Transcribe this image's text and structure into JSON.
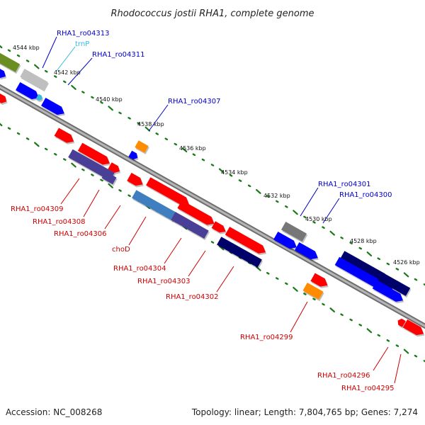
{
  "title": "Rhodococcus jostii RHA1, complete genome",
  "footer": {
    "accession": "Accession: NC_008268",
    "summary": "Topology: linear; Length: 7,804,765 bp; Genes: 7,274"
  },
  "colors": {
    "backbone": "#8a8a8a",
    "ticks": "#1a7a1a",
    "red": "#ff0000",
    "blue": "#0000ff",
    "navy": "#00006b",
    "slate": "#4a3f96",
    "steel": "#3f7fbf",
    "orange": "#ff8c00",
    "gray": "#777777",
    "lightgray": "#bfbfbf",
    "olive": "#6b8e23",
    "label_blue": "#0000cc",
    "label_red": "#cc0000",
    "label_cyan": "#33bbdd"
  },
  "tick_labels": [
    "4544 kbp",
    "4542 kbp",
    "4540 kbp",
    "4538 kbp",
    "4536 kbp",
    "4534 kbp",
    "4532 kbp",
    "4530 kbp",
    "4528 kbp",
    "4526 kbp"
  ],
  "labels_top": [
    {
      "text": "RHA1_ro04313",
      "color": "blue"
    },
    {
      "text": "trnP",
      "color": "cyan"
    },
    {
      "text": "RHA1_ro04311",
      "color": "blue"
    },
    {
      "text": "RHA1_ro04307",
      "color": "blue"
    },
    {
      "text": "RHA1_ro04301",
      "color": "blue"
    },
    {
      "text": "RHA1_ro04300",
      "color": "blue"
    }
  ],
  "labels_bottom": [
    {
      "text": "RHA1_ro04309"
    },
    {
      "text": "RHA1_ro04308"
    },
    {
      "text": "RHA1_ro04306"
    },
    {
      "text": "choD"
    },
    {
      "text": "RHA1_ro04304"
    },
    {
      "text": "RHA1_ro04303"
    },
    {
      "text": "RHA1_ro04302"
    },
    {
      "text": "RHA1_ro04299"
    },
    {
      "text": "RHA1_ro04296"
    },
    {
      "text": "RHA1_ro04295"
    }
  ]
}
